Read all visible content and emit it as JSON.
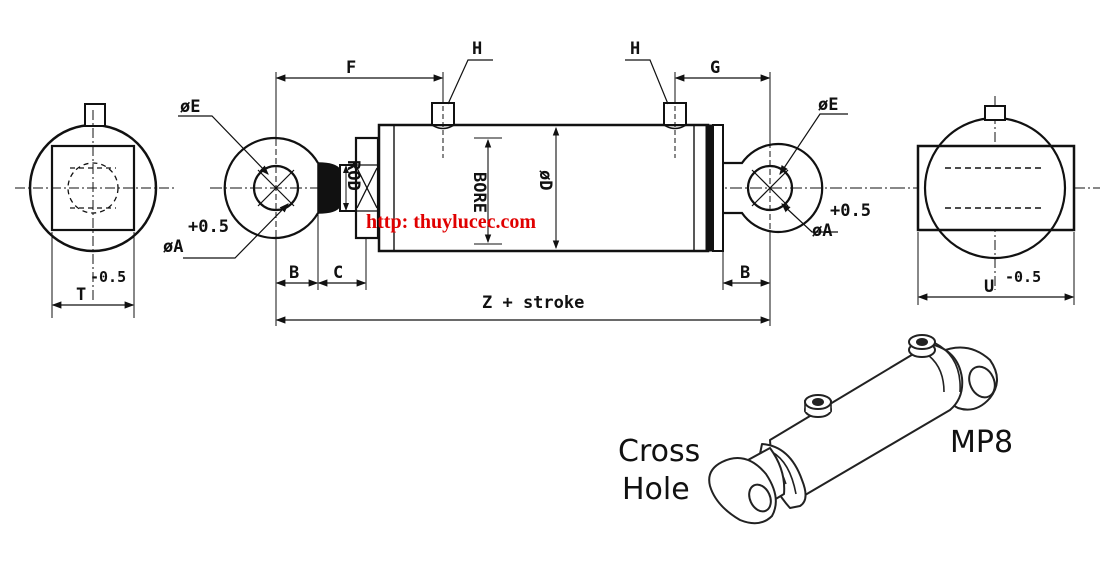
{
  "labels": {
    "F": "F",
    "G": "G",
    "H_left": "H",
    "H_right": "H",
    "E_left": "øE",
    "E_right": "øE",
    "A_left": "øA",
    "A_right": "øA",
    "tol_left": "+0.5",
    "tol_right": "+0.5",
    "rod": "ROD",
    "bore": "BORE",
    "D": "øD",
    "B_left": "B",
    "C": "C",
    "B_right": "B",
    "Z": "Z + stroke",
    "T": "T",
    "T_tol": "-0.5",
    "U": "U",
    "U_tol": "-0.5"
  },
  "watermark": "http: thuylucec.com",
  "annotations": {
    "cross_hole": [
      "Cross",
      "Hole"
    ],
    "model": "MP8"
  },
  "colors": {
    "ink": "#111111",
    "watermark": "#e00000"
  }
}
